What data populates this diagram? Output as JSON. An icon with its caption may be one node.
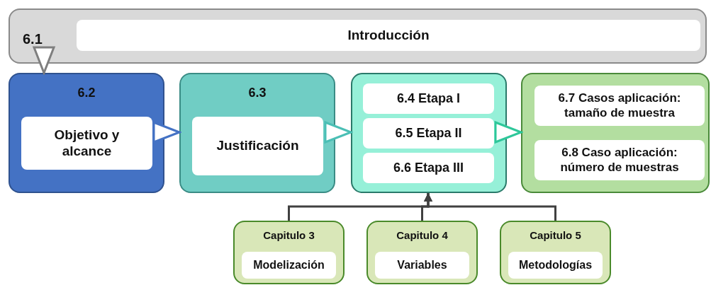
{
  "diagram": {
    "nodes": [
      {
        "text": [
          "6.1"
        ]
      },
      {
        "text": [
          "Introducción"
        ],
        "in": 0
      },
      {
        "text": [
          "6.2"
        ]
      },
      {
        "text": [
          "Objetivo y alcance"
        ],
        "in": 2
      },
      {
        "text": [
          "6.3"
        ]
      },
      {
        "text": [
          "Justificación"
        ],
        "in": 4
      },
      {
        "text": [],
        "shape": "box"
      },
      {
        "text": [
          "6.4 Etapa I"
        ],
        "in": 6
      },
      {
        "text": [
          "6.5 Etapa II"
        ],
        "in": 6
      },
      {
        "text": [
          "6.6 Etapa III"
        ],
        "in": 6
      },
      {
        "text": [],
        "shape": "box"
      },
      {
        "text": [
          "6.7 Casos aplicación: tamaño de muestra"
        ],
        "in": 10
      },
      {
        "text": [
          "6.8 Caso aplicación: número de muestras"
        ],
        "in": 10
      },
      {
        "text": [
          "Capitulo 3"
        ]
      },
      {
        "text": [
          "Modelización"
        ],
        "in": 13
      },
      {
        "text": [
          "Capitulo 4"
        ]
      },
      {
        "text": [
          "Variables"
        ],
        "in": 15
      },
      {
        "text": [
          "Capitulo 5"
        ]
      },
      {
        "text": [
          "Metodologías"
        ],
        "in": 17
      }
    ],
    "edges": [
      {
        "from": 0,
        "to": 2,
        "arrow": "to",
        "color": "#7f7f7f"
      },
      {
        "from": 2,
        "to": 4,
        "arrow": "to",
        "color": "#4472c4"
      },
      {
        "from": 4,
        "to": 6,
        "arrow": "to",
        "color": "#4bbfb5"
      },
      {
        "from": 6,
        "to": 10,
        "arrow": "to",
        "color": "#2ec79a"
      },
      {
        "from": 13,
        "to": 6,
        "arrow": "to"
      },
      {
        "from": 15,
        "to": 6,
        "arrow": "to"
      },
      {
        "from": 17,
        "to": 6,
        "arrow": "to"
      }
    ]
  }
}
